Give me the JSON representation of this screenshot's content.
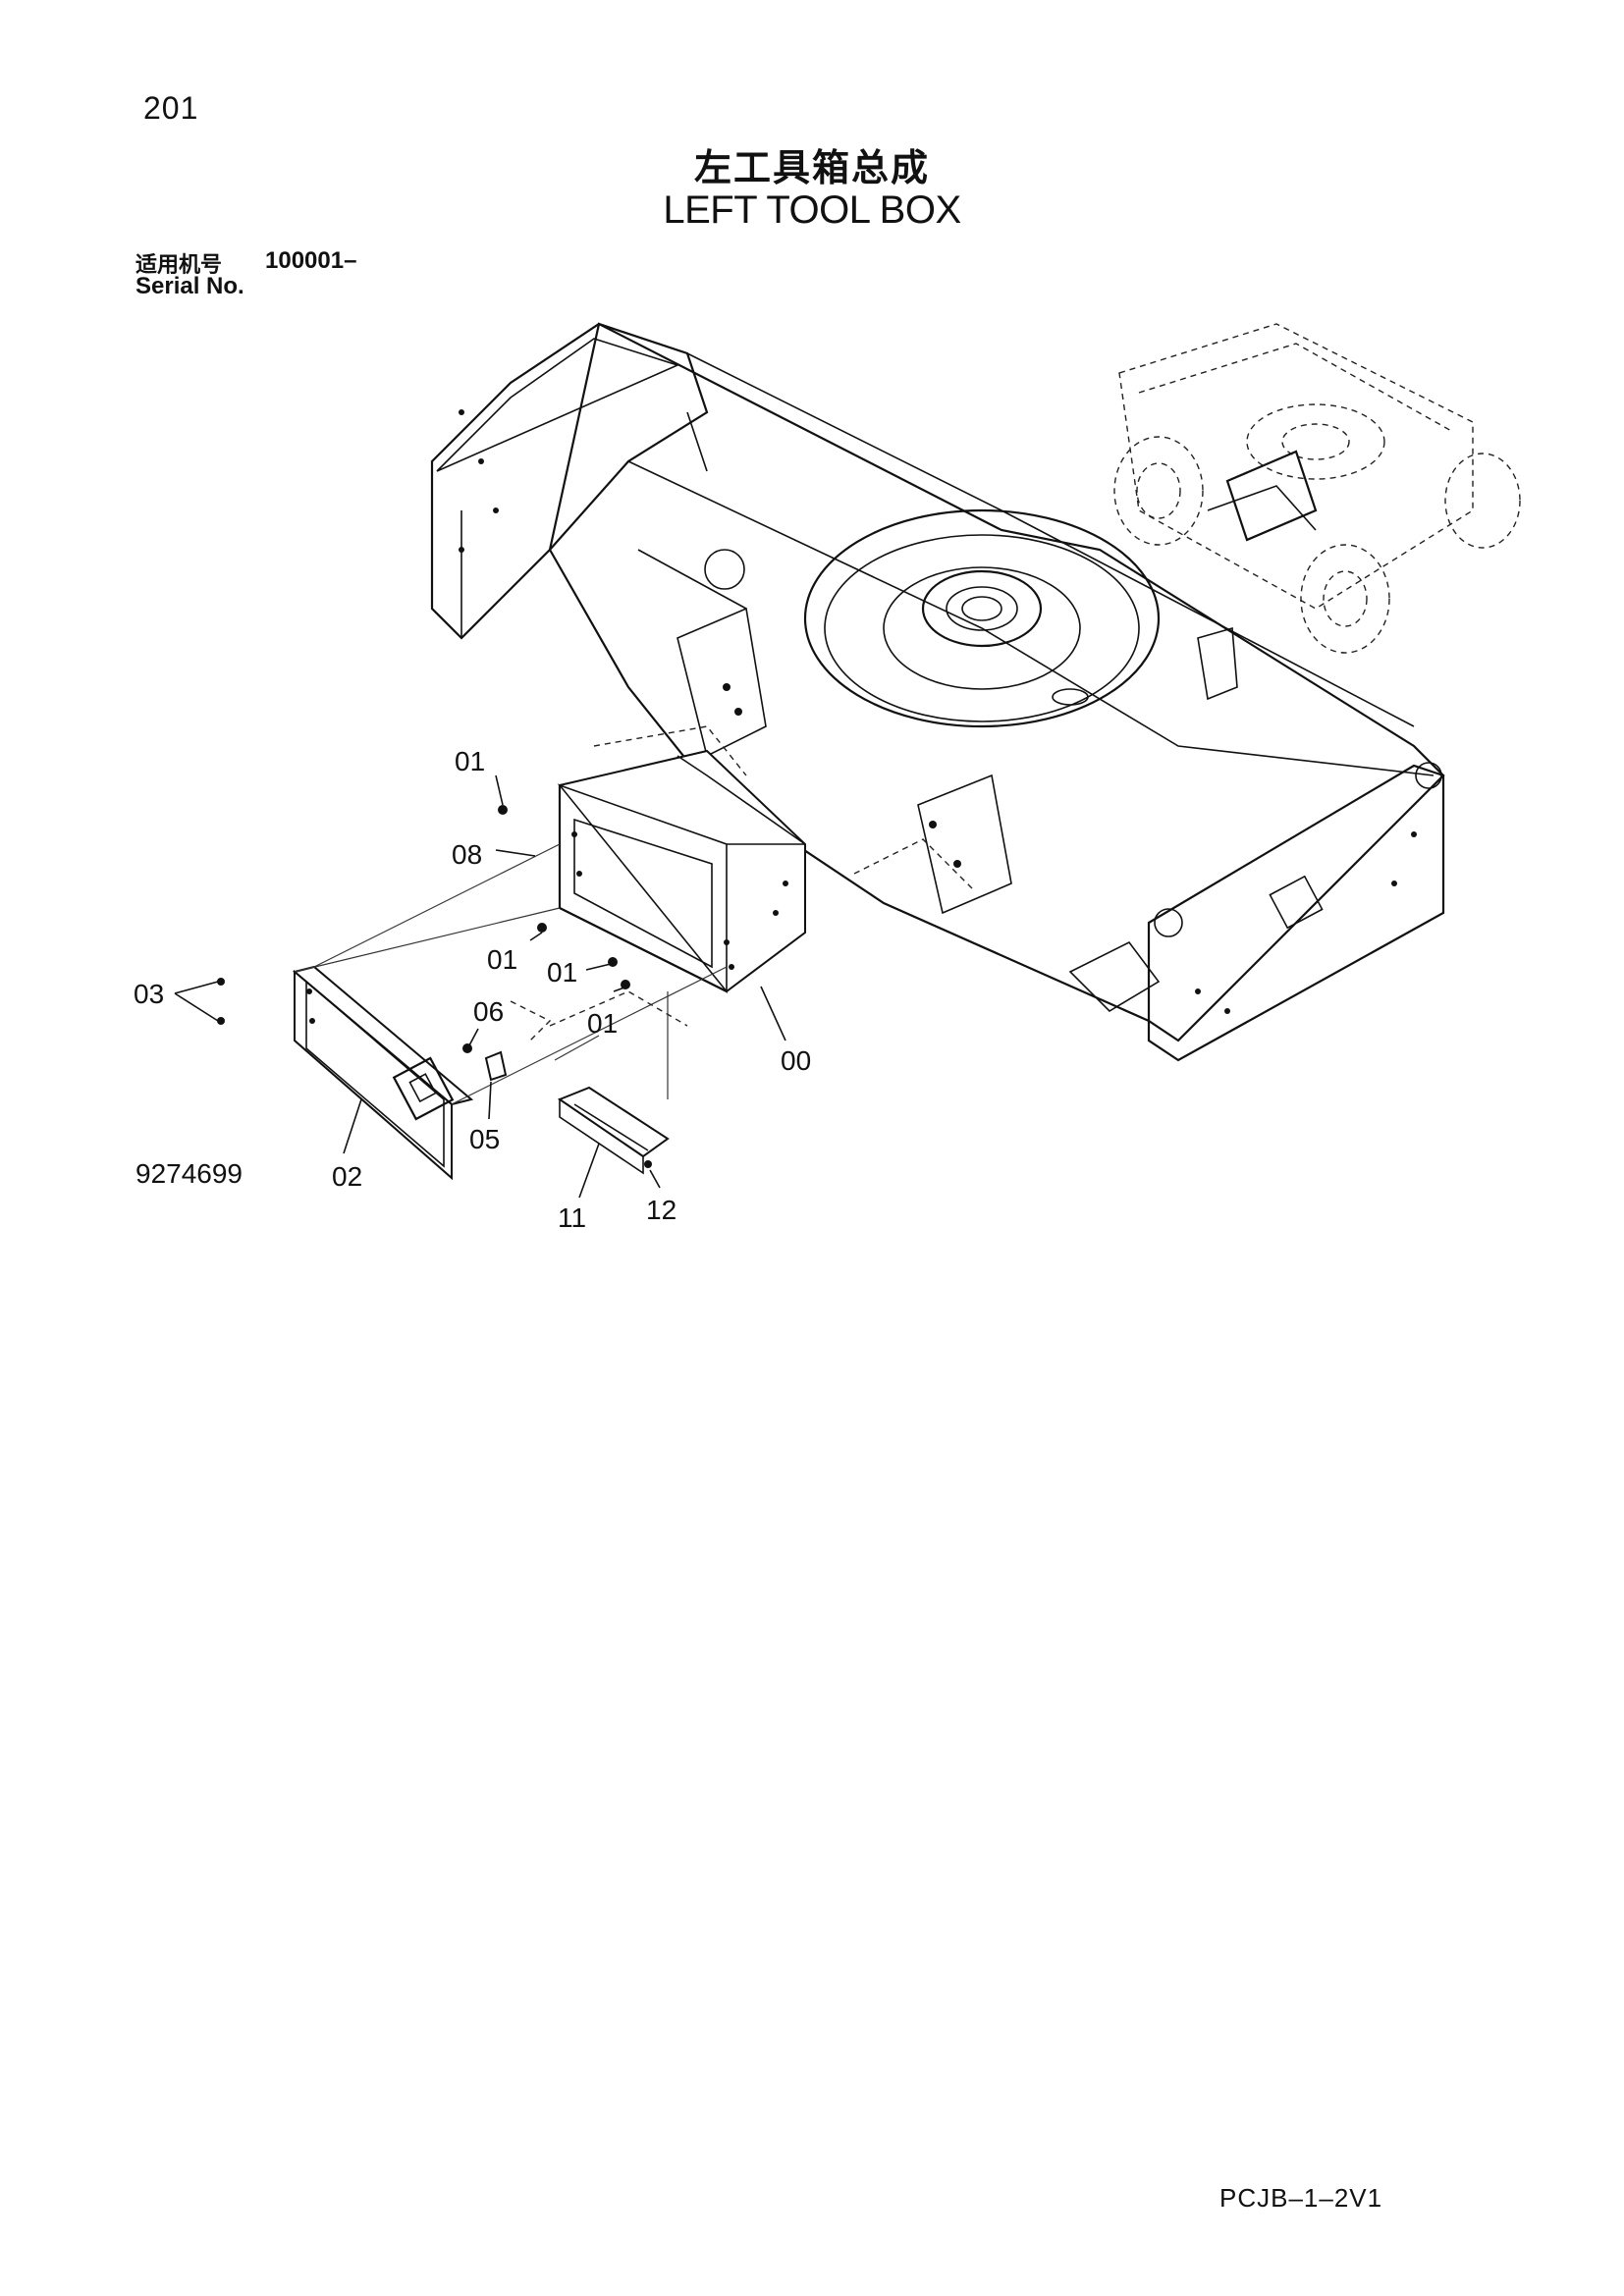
{
  "header": {
    "page_number": "201",
    "title_cn": "左工具箱总成",
    "title_en": "LEFT TOOL BOX",
    "serial_label_cn": "适用机号",
    "serial_range": "100001–",
    "serial_label_en": "Serial No."
  },
  "diagram": {
    "drawing_number": "9274699",
    "callouts": {
      "c01_top": "01",
      "c08": "08",
      "c01_mid": "01",
      "c01_right": "01",
      "c01_low": "01",
      "c03": "03",
      "c06": "06",
      "c05": "05",
      "c00": "00",
      "c02": "02",
      "c11": "11",
      "c12": "12"
    }
  },
  "footer": {
    "doc_code": "PCJB–1–2V1"
  }
}
